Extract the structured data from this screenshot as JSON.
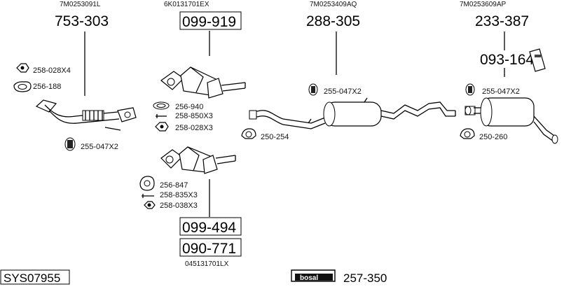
{
  "oem_numbers": {
    "left": "7M0253091L",
    "front_cat": "6K0131701EX",
    "middle": "7M0253409AQ",
    "rear": "7M0253609AP",
    "second_cat": "045131701LX"
  },
  "part_numbers": {
    "left": "753-303",
    "front_cat": "099-919",
    "middle": "288-305",
    "rear": "233-387",
    "rear_extra": "093-164",
    "cat2_a": "099-494",
    "cat2_b": "090-771",
    "logo_part": "257-350"
  },
  "accessories": {
    "a1": "258-028X4",
    "a2": "256-188",
    "a3": "255-047X2",
    "b1": "256-940",
    "b2": "258-850X3",
    "b3": "258-028X3",
    "c1": "255-047X2",
    "c2": "250-254",
    "d1": "255-047X2",
    "d2": "250-260",
    "e1": "256-847",
    "e2": "258-835X3",
    "e3": "258-038X3"
  },
  "system_code": "SYS07955",
  "brand": "bosal"
}
